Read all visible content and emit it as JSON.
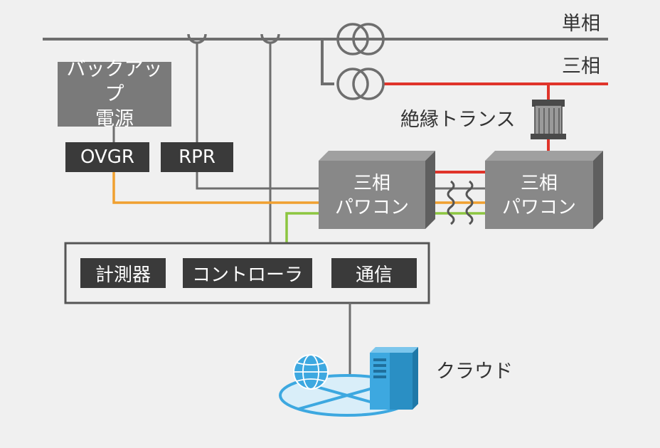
{
  "labels": {
    "single_phase": "単相",
    "three_phase": "三相",
    "isolation_transformer": "絶縁トランス",
    "cloud": "クラウド"
  },
  "backup_power": {
    "line1": "バックアップ",
    "line2": "電源"
  },
  "relays": {
    "ovgr": "OVGR",
    "rpr": "RPR"
  },
  "pcs_left": {
    "line1": "三相",
    "line2": "パワコン"
  },
  "pcs_right": {
    "line1": "三相",
    "line2": "パワコン"
  },
  "control_unit": {
    "meter": "計測器",
    "controller": "コントローラ",
    "comm": "通信"
  },
  "colors": {
    "background": "#f0f0f0",
    "grid_line": "#6e6e6e",
    "three_phase_line": "#e0342a",
    "ovgr_signal": "#f0a030",
    "comm_signal": "#8cc640",
    "cloud_blue": "#3da8e0"
  },
  "icons": [
    "transformer-symbol-icon",
    "current-sensor-icon",
    "coil-icon",
    "isolation-transformer-icon",
    "globe-icon",
    "server-icon"
  ]
}
